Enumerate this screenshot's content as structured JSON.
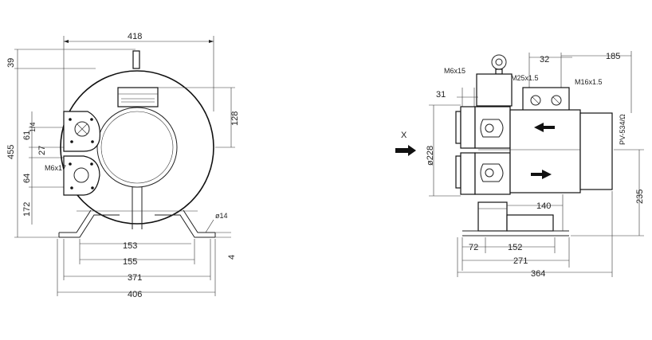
{
  "front_view": {
    "dims": {
      "overall_width": "418",
      "top_protrusion": "39",
      "overall_height": "455",
      "outlet_height": "128",
      "port_d1": "61",
      "port_thread": "1/4",
      "port_gap": "27",
      "port_d2": "64",
      "center_height": "172",
      "base_inner": "153",
      "base_mid": "155",
      "base_span": "371",
      "base_total": "406",
      "hole": "ø14",
      "foot_thk": "4"
    },
    "labels": {
      "thread_small": "M6x17"
    }
  },
  "side_view": {
    "dims": {
      "eyebolt_thread": "M6x15",
      "offset_32": "32",
      "offset_185": "185",
      "cable_gland_1": "M25x1.5",
      "cable_gland_2": "M16x1.5",
      "flange_31": "31",
      "diameter": "ø228",
      "motor_140": "140",
      "height_235": "235",
      "base_72": "72",
      "base_152": "152",
      "base_271": "271",
      "overall_364": "364"
    },
    "labels": {
      "view_arrow": "X",
      "model": "PV-534/Ω"
    }
  }
}
